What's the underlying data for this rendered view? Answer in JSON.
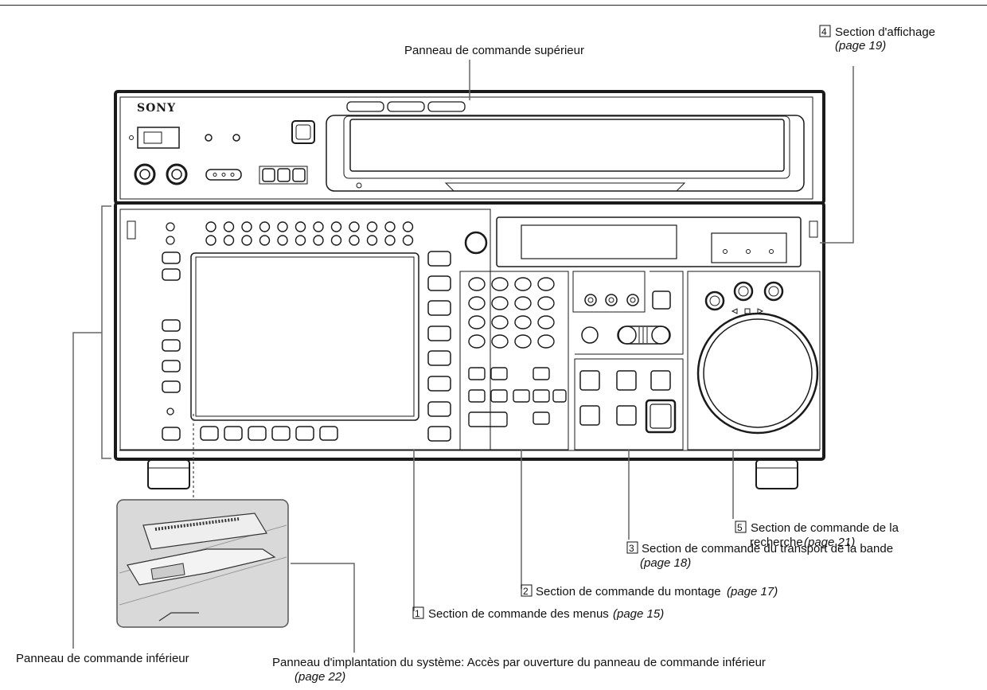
{
  "device": {
    "brand": "SONY"
  },
  "labels": {
    "top_panel": "Panneau de commande supérieur",
    "lower_panel": "Panneau de commande inférieur",
    "system_panel": "Panneau d'implantation du système: Accès par ouverture du panneau de commande inférieur",
    "system_panel_page": "(page 22)",
    "display_section": {
      "num": "4",
      "text": "Section d'affichage",
      "page": "(page 19)"
    },
    "search_section": {
      "num": "5",
      "text": "Section de commande de la",
      "text2": "recherche",
      "page": "(page 21)"
    },
    "transport_section": {
      "num": "3",
      "text": "Section de commande du transport de la bande",
      "page": "(page 18)"
    },
    "edit_section": {
      "num": "2",
      "text": "Section de commande du montage",
      "page": "(page 17)"
    },
    "menu_section": {
      "num": "1",
      "text": "Section de commande des menus",
      "page": "(page 15)"
    }
  },
  "colors": {
    "line": "#1a1a1a",
    "leader": "#555555",
    "device_fill": "#ffffff",
    "inset_bg": "#d9d9d9"
  }
}
